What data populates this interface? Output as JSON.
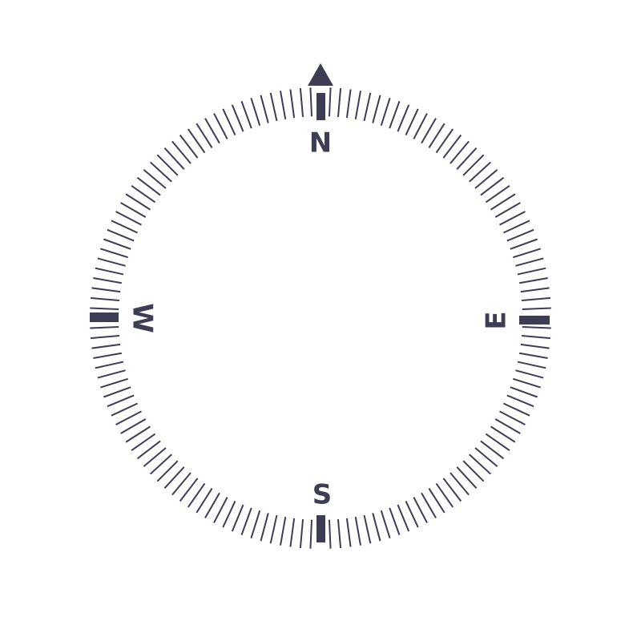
{
  "compass": {
    "heading_degrees": 0,
    "tick_count": 144,
    "color": "#3d3d54",
    "background": "#ffffff",
    "labels": {
      "north": "N",
      "east": "E",
      "south": "S",
      "west": "W"
    },
    "icons": {
      "heading_marker": "triangle-up-icon"
    }
  }
}
